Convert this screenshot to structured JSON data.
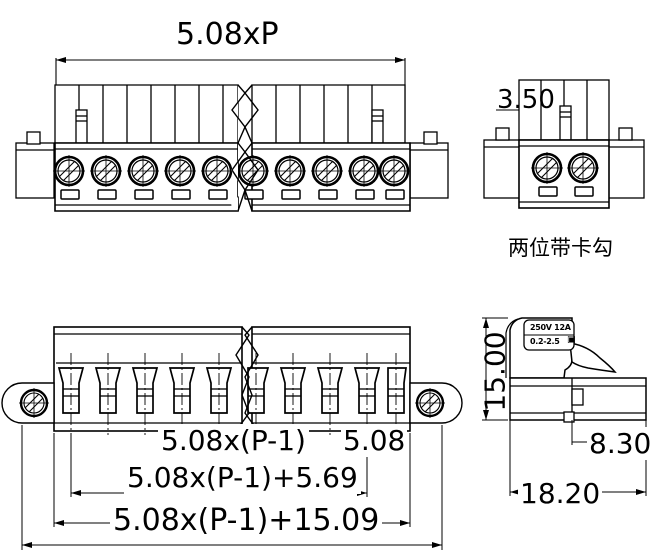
{
  "drawing": {
    "title": "Terminal block plug technical drawing",
    "units": "mm",
    "line_color": "#000000",
    "fill_color": "#ffffff",
    "poles_shown": 10,
    "views": {
      "top_left": {
        "name": "front-elevation-multipole",
        "dimension_top": "5.08xP",
        "terminal_count": 10,
        "break_line": true
      },
      "top_right": {
        "name": "front-elevation-two-pole-with-latch",
        "dimension_latch": "3.50",
        "caption": "两位带卡勾",
        "terminal_count": 2
      },
      "bottom_left": {
        "name": "bottom-plan-view-multipole",
        "dim_pitch_span": "5.08x(P-1)",
        "dim_pitch": "5.08",
        "dim_mid": "5.08x(P-1)+5.69",
        "dim_overall": "5.08x(P-1)+15.09",
        "terminal_count": 10
      },
      "bottom_right": {
        "name": "side-elevation",
        "dim_height": "15.00",
        "dim_depth_lower": "8.30",
        "dim_depth_overall": "18.20",
        "rating_label": {
          "line1": "250V  12A",
          "line2": "0.2-2.5",
          "symbol": "▣"
        }
      }
    }
  }
}
